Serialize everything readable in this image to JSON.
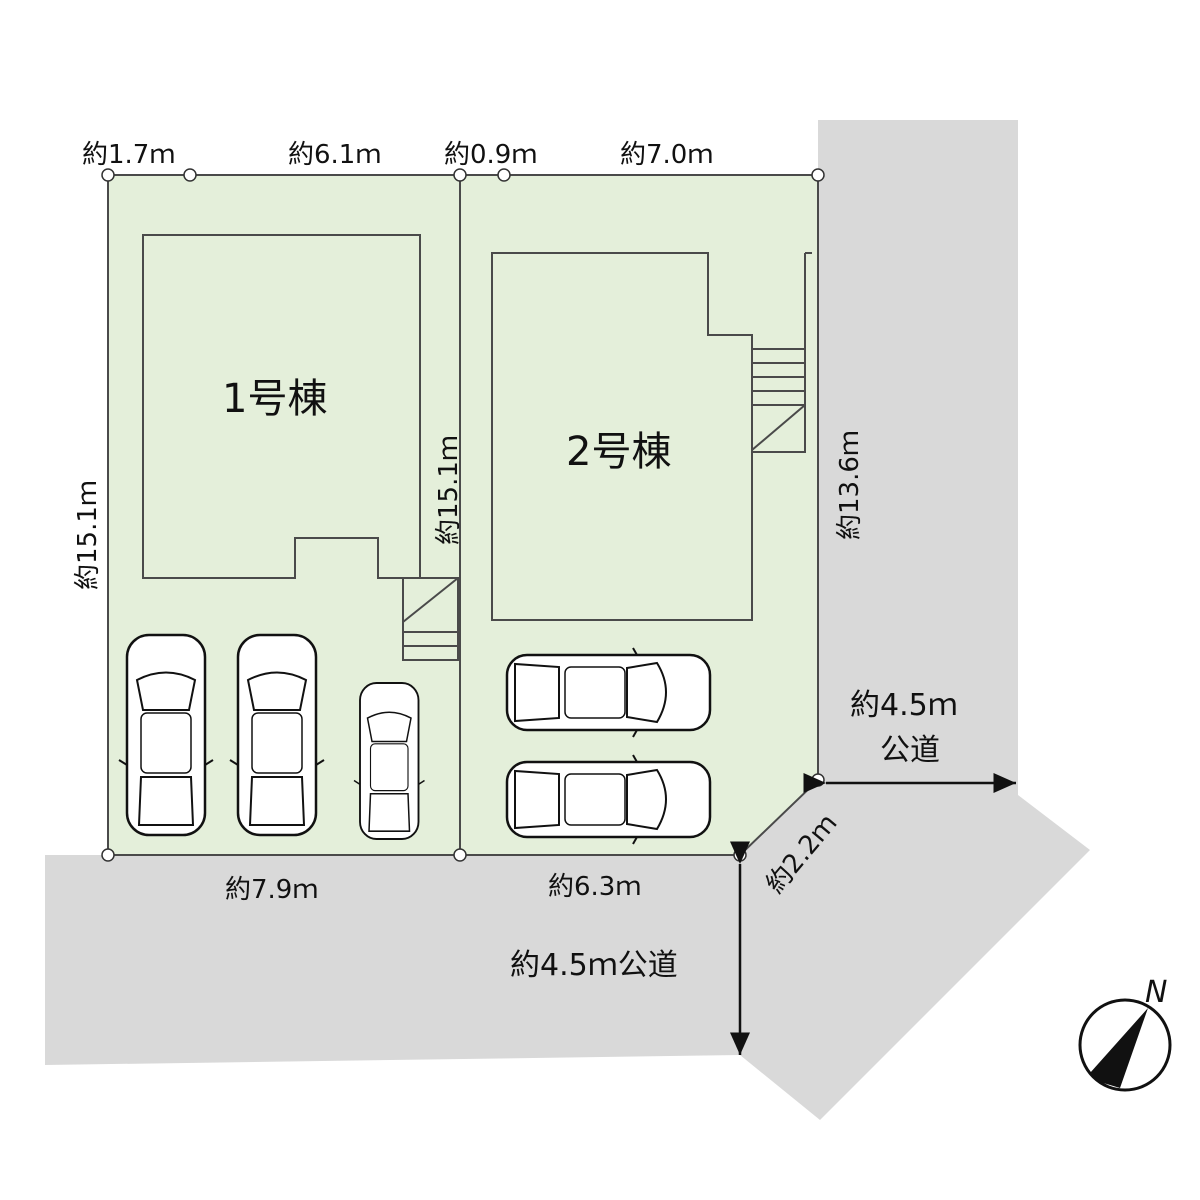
{
  "colors": {
    "lot": "#e4efda",
    "road": "#d9d9d9",
    "line": "#4a4a4a"
  },
  "buildings": [
    {
      "label": "1号棟"
    },
    {
      "label": "2号棟"
    }
  ],
  "dimensions": {
    "top_1": "約1.7ｍ",
    "top_2": "約6.1ｍ",
    "top_3": "約0.9ｍ",
    "top_4": "約7.0ｍ",
    "left": "約15.1ｍ",
    "middle": "約15.1ｍ",
    "right": "約13.6ｍ",
    "bottom_1": "約7.9ｍ",
    "bottom_2": "約6.3ｍ",
    "corner": "約2.2ｍ"
  },
  "roads": {
    "east": {
      "width": "約4.5ｍ",
      "type": "公道"
    },
    "south": "約4.5ｍ公道"
  },
  "compass": {
    "label": "N"
  }
}
